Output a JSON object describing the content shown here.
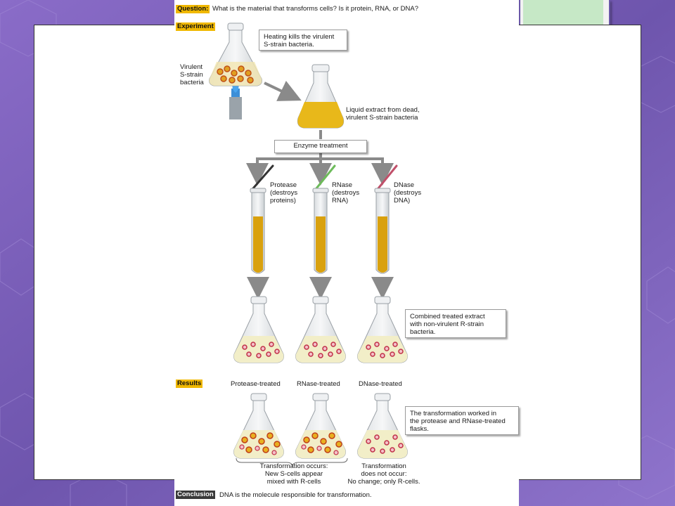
{
  "question": {
    "tag": "Question:",
    "text": "What is the material that transforms cells? Is it protein, RNA, or DNA?"
  },
  "experiment": {
    "tag": "Experiment",
    "virulent_label": "Virulent\nS-strain\nbacteria",
    "heating_note": "Heating kills the virulent\nS-strain bacteria.",
    "extract_label": "Liquid extract from dead,\nvirulent S-strain bacteria",
    "enzyme_box": "Enzyme treatment",
    "enzymes": [
      {
        "text": "Protease\n(destroys\nproteins)"
      },
      {
        "text": "RNase\n(destroys\nRNA)"
      },
      {
        "text": "DNase\n(destroys\nDNA)"
      }
    ],
    "combined_note": "Combined treated extract\nwith non-virulent R-strain\nbacteria."
  },
  "results": {
    "tag": "Results",
    "columns": [
      "Protease-treated",
      "RNase-treated",
      "DNase-treated"
    ],
    "note": "The transformation worked in\nthe protease and RNase-treated\nflasks.",
    "occurs": "Transformation occurs:\nNew S-cells appear\nmixed with R-cells",
    "not_occur": "Transformation\ndoes not occur:\nNo change; only R-cells."
  },
  "conclusion": {
    "tag": "Conclusion",
    "text": "DNA is the molecule responsible for transformation."
  },
  "colors": {
    "liquid": "#e8b81a",
    "tube_liquid": "#d9a10e",
    "arrow": "#8a8a8a",
    "header": "#f0b800",
    "protease": "#333333",
    "rnase": "#6dbb5a",
    "dnase": "#c0506a"
  }
}
